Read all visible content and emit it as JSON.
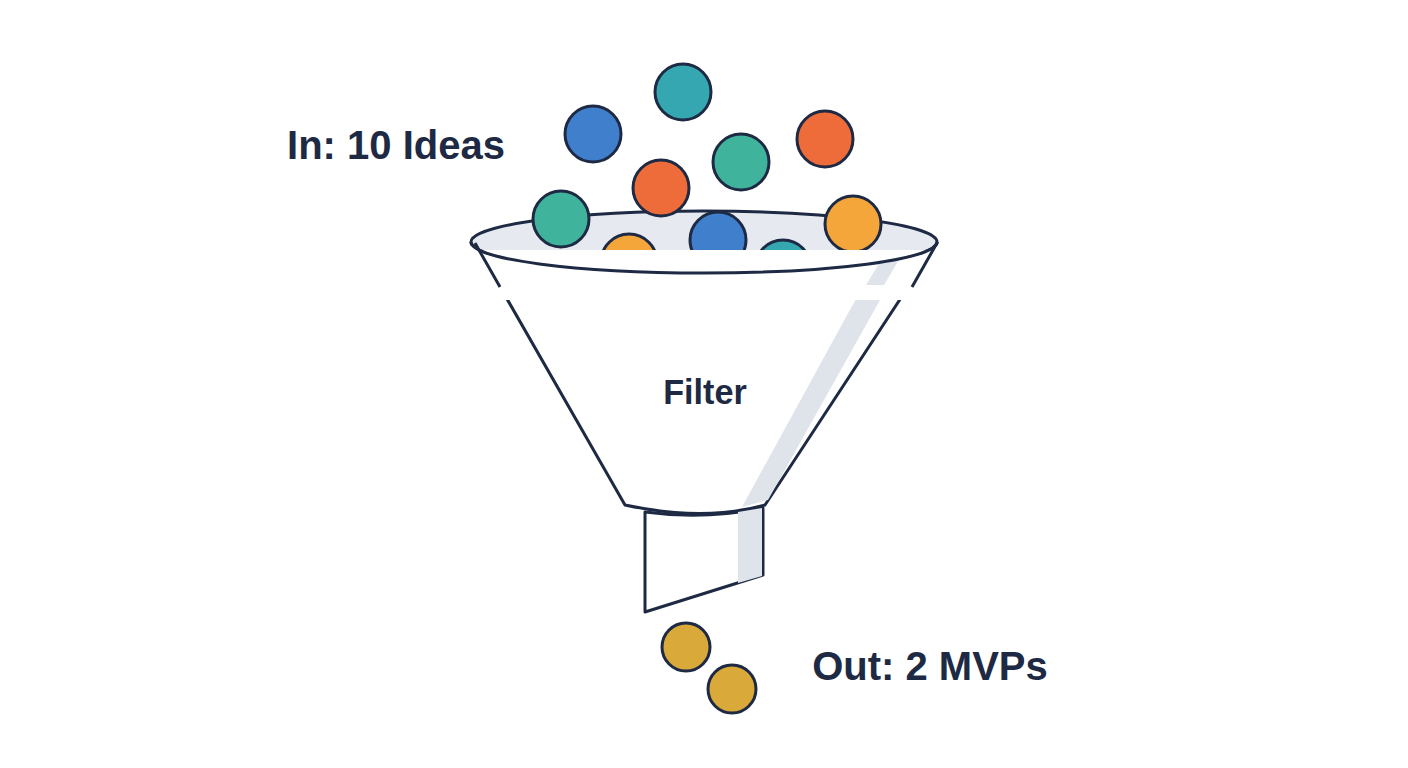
{
  "diagram": {
    "nodes": [
      {
        "text": [
          "Filter"
        ]
      }
    ],
    "labels": [
      "In: 10 Ideas",
      "Out: 2 MVPs"
    ]
  }
}
